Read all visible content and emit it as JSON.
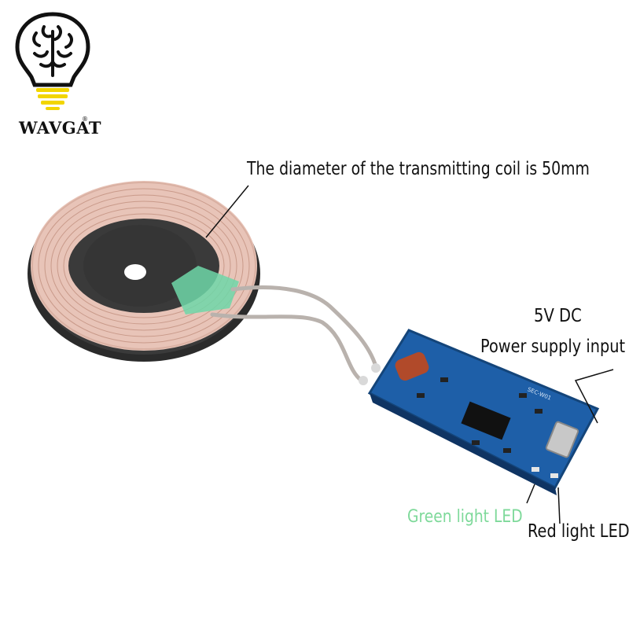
{
  "brand": {
    "name": "WAVGAT",
    "registered_mark": "®",
    "logo_icon": "brain-lightbulb-icon"
  },
  "annotations": {
    "coil_diameter": "The diameter of the transmitting coil is 50mm",
    "dc_voltage": "5V DC",
    "power_input": "Power supply input",
    "green_led": "Green light LED",
    "red_led": "Red light LED"
  },
  "pcb_silkscreen": "SEC-W01",
  "colors": {
    "coil_copper": "#e8c4b8",
    "ferrite": "#2b2b2b",
    "pcb_blue": "#1e5fa8",
    "label_green": "#7ed99a",
    "logo_yellow": "#f2d500"
  }
}
